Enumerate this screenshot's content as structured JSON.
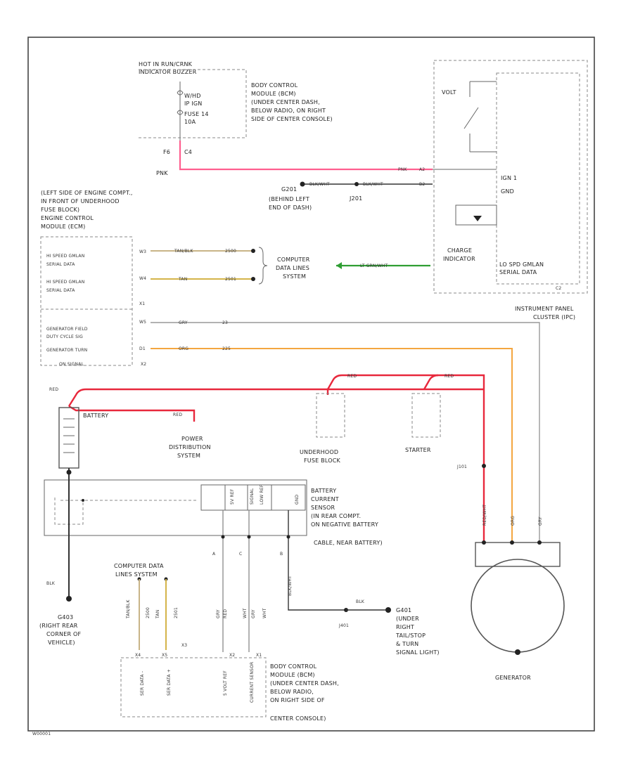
{
  "diagram_id": "W00001",
  "fuse_block": {
    "hot_label": "HOT IN RUN/CRNK",
    "sub_label": "INDICATOR BUZZER",
    "fuse_lines": [
      "W/HD",
      "IP IGN",
      "FUSE 14",
      "10A"
    ],
    "pin_left": "F6",
    "pin_right": "C4",
    "wire_color": "PNK"
  },
  "bcm_top": {
    "lines": [
      "BODY CONTROL",
      "MODULE (BCM)",
      "(UNDER CENTER DASH,",
      "BELOW RADIO, ON RIGHT",
      "SIDE OF CENTER CONSOLE)"
    ]
  },
  "ipc": {
    "volt_label": "VOLT",
    "pnk_label": "PNK",
    "pnk_pin": "A2",
    "blk_pin": "B2",
    "ign_label": "IGN 1",
    "gnd_label": "GND",
    "charge_label_1": "CHARGE",
    "charge_label_2": "INDICATOR",
    "serial_label_1": "LO SPD GMLAN",
    "serial_label_2": "SERIAL DATA",
    "connector": "C2",
    "name_line_1": "INSTRUMENT PANEL",
    "name_line_2": "CLUSTER (IPC)"
  },
  "ground_g201": {
    "label": "G201",
    "loc_lines": [
      "(BEHIND LEFT",
      "END OF DASH)"
    ],
    "wire_left": "BLK/WHT",
    "wire_right": "BLK/WHT",
    "splice": "J201"
  },
  "ecm": {
    "loc_lines": [
      "(LEFT SIDE OF ENGINE COMPT.,",
      "IN FRONT OF UNDERHOOD",
      "FUSE BLOCK)"
    ],
    "name_lines": [
      "ENGINE CONTROL",
      "MODULE (ECM)"
    ],
    "hs_low_1": "HI SPEED GMLAN",
    "hs_low_2": "SERIAL DATA",
    "hs_high_1": "HI SPEED GMLAN",
    "hs_high_2": "SERIAL DATA",
    "pin_low": "W3",
    "pin_high": "W4",
    "conn_x1": "X1",
    "gen_field_1": "GENERATOR FIELD",
    "gen_field_2": "DUTY CYCLE SIG",
    "gen_turn_1": "GENERATOR TURN",
    "gen_turn_2": "ON SIGNAL",
    "pin_field": "W5",
    "pin_turn": "D1",
    "conn_x2": "X2",
    "w_low_color": "TAN/BLK",
    "w_low_num": "2500",
    "w_high_color": "TAN",
    "w_high_num": "2501",
    "w_field_color": "GRY",
    "w_field_num": "23",
    "w_turn_color": "ORG",
    "w_turn_num": "225"
  },
  "data_lines": {
    "lines": [
      "COMPUTER",
      "DATA LINES",
      "SYSTEM"
    ],
    "wire": "LT GRN/WHT"
  },
  "battery": {
    "label": "BATTERY",
    "red": "RED",
    "red2": "RED"
  },
  "power_dist": {
    "lines": [
      "POWER",
      "DISTRIBUTION",
      "SYSTEM"
    ]
  },
  "underhood": {
    "red": "RED",
    "lines": [
      "UNDERHOOD",
      "FUSE BLOCK"
    ]
  },
  "starter": {
    "red": "RED",
    "label": "STARTER"
  },
  "splice_j101": "J101",
  "sensor": {
    "lines": [
      "BATTERY",
      "CURRENT",
      "SENSOR",
      "(IN REAR COMPT.",
      "ON NEGATIVE BATTERY",
      "CABLE, NEAR BATTERY)"
    ],
    "pin_labels": [
      "5V REF",
      "SIGNAL",
      "LOW REF",
      "GND"
    ],
    "conn_a": "A",
    "conn_c": "C",
    "conn_b": "B"
  },
  "ground_g403": {
    "wire": "BLK",
    "lines": [
      "G403",
      "(RIGHT REAR",
      "CORNER OF",
      "VEHICLE)"
    ]
  },
  "ground_g401": {
    "wire": "BLK",
    "splice": "J401",
    "vert_wire": "BLK/WHT",
    "lines": [
      "G401",
      "(UNDER",
      "RIGHT",
      "TAIL/STOP",
      "& TURN",
      "SIGNAL LIGHT)"
    ]
  },
  "cdl_bottom": {
    "lines": [
      "COMPUTER DATA",
      "LINES SYSTEM"
    ]
  },
  "bcm_bottom": {
    "wires": [
      "TAN/BLK",
      "2500",
      "TAN",
      "2501",
      "GRY",
      "RED",
      "WHT",
      "GRY",
      "WHT"
    ],
    "pins": [
      "X4",
      "X5",
      "X3",
      "X2",
      "X1"
    ],
    "pin_labels": [
      "SER DATA -",
      "SER DATA +",
      "5 VOLT REF",
      "CURRENT SENSOR"
    ],
    "lines": [
      "BODY CONTROL",
      "MODULE (BCM)",
      "(UNDER CENTER DASH,",
      "BELOW RADIO,",
      "ON RIGHT SIDE OF",
      "CENTER CONSOLE)"
    ]
  },
  "generator": {
    "label": "GENERATOR",
    "w_red": "RED/WHT",
    "w_org": "ORG",
    "w_gry": "GRY"
  }
}
